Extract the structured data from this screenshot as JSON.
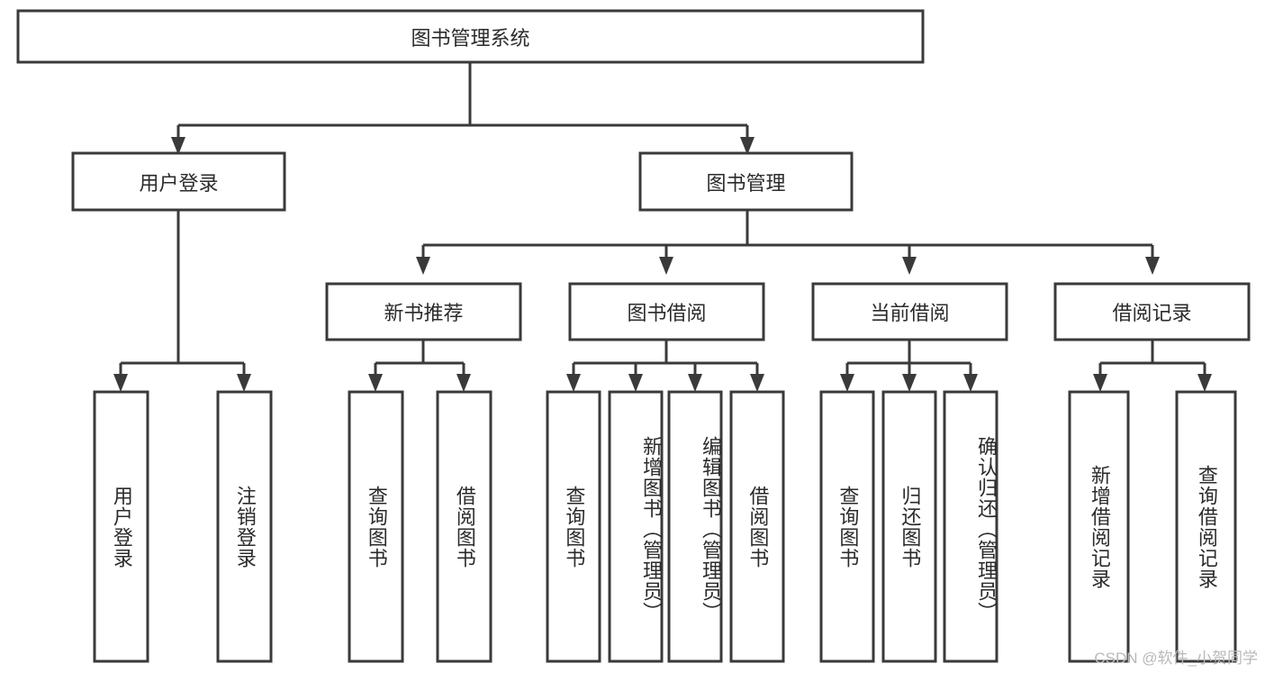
{
  "diagram": {
    "title": "图书管理系统",
    "type": "tree-hierarchy-chart",
    "root": {
      "label": "图书管理系统"
    },
    "level2": [
      {
        "label": "用户登录"
      },
      {
        "label": "图书管理"
      }
    ],
    "level3": [
      {
        "label": "新书推荐"
      },
      {
        "label": "图书借阅"
      },
      {
        "label": "当前借阅"
      },
      {
        "label": "借阅记录"
      }
    ],
    "leaves": {
      "user_login": [
        {
          "label": "用户登录"
        },
        {
          "label": "注销登录"
        }
      ],
      "new_book_recommend": [
        {
          "label": "查询图书"
        },
        {
          "label": "借阅图书"
        }
      ],
      "book_borrow": [
        {
          "label": "查询图书"
        },
        {
          "label": "新增图书（管理员）"
        },
        {
          "label": "编辑图书（管理员）"
        },
        {
          "label": "借阅图书"
        }
      ],
      "current_borrow": [
        {
          "label": "查询图书"
        },
        {
          "label": "归还图书"
        },
        {
          "label": "确认归还（管理员）"
        }
      ],
      "borrow_record": [
        {
          "label": "新增借阅记录"
        },
        {
          "label": "查询借阅记录"
        }
      ]
    }
  },
  "watermark": "CSDN @软件_小贺同学",
  "colors": {
    "stroke": "#3a3a3a",
    "fill": "#ffffff",
    "text": "#2b2b2b",
    "watermark": "#b9b9b9"
  }
}
